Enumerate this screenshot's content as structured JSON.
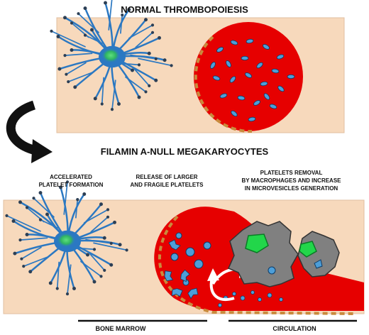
{
  "titles": {
    "normal": "NORMAL THROMBOPOIESIS",
    "filamin": "FILAMIN A-NULL MEGAKARYOCYTES"
  },
  "captions": {
    "accelerated": [
      "ACCELERATED",
      "PLATELET FORMATION"
    ],
    "release": [
      "RELEASE OF LARGER",
      "AND FRAGILE PLATELETS"
    ],
    "removal": [
      "PLATELETS REMOVAL",
      "BY MACROPHAGES AND INCREASE",
      "IN MICROVESICLES GENERATION"
    ]
  },
  "bottom_labels": {
    "bone_marrow": "BONE MARROW",
    "circulation": "CIRCULATION"
  },
  "colors": {
    "tissue": "#f7d9bc",
    "vessel": "#e60000",
    "process_blue": "#2b78c2",
    "platelet_blue": "#4d9ed8",
    "nucleus_green": "#39c46a",
    "macrophage_gray": "#7f7f7f",
    "phagosome_green": "#22d64a",
    "endothelium": "#c98a3c",
    "arrow_black": "#111111",
    "arrow_white": "#ffffff"
  }
}
